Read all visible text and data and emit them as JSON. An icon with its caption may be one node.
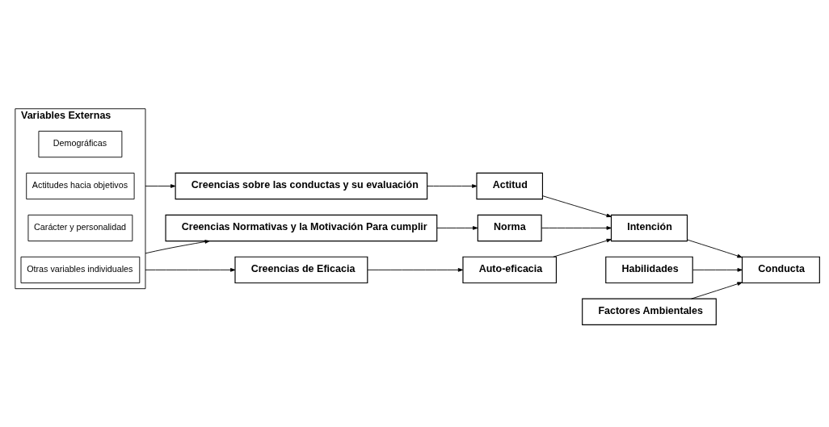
{
  "diagram": {
    "nodes": [
      {
        "text": [
          "Variables Externas"
        ]
      },
      {
        "text": [
          "Demográficas"
        ],
        "in": 0
      },
      {
        "text": [
          "Actitudes hacia objetivos"
        ],
        "in": 0
      },
      {
        "text": [
          "Carácter y personalidad"
        ],
        "in": 0
      },
      {
        "text": [
          "Otras variables individuales"
        ],
        "in": 0
      },
      {
        "text": [
          "Creencias sobre las conductas y su evaluación"
        ]
      },
      {
        "text": [
          "Actitud"
        ]
      },
      {
        "text": [
          "Habilidades"
        ]
      },
      {
        "text": [
          "Creencias Normativas y la Motivación Para cumplir"
        ]
      },
      {
        "text": [
          "Norma"
        ]
      },
      {
        "text": [
          "Intención"
        ]
      },
      {
        "text": [
          "Conducta"
        ]
      },
      {
        "text": [
          "Creencias de Eficacia"
        ]
      },
      {
        "text": [
          "Auto-eficacia"
        ]
      },
      {
        "text": [
          "Factores Ambientales"
        ]
      }
    ],
    "edges": [
      {
        "from": 0,
        "to": 5,
        "arrow": "to"
      },
      {
        "from": 0,
        "to": 8,
        "arrow": "to"
      },
      {
        "from": 0,
        "to": 12,
        "arrow": "to"
      },
      {
        "from": 5,
        "to": 6,
        "arrow": "to"
      },
      {
        "from": 8,
        "to": 9,
        "arrow": "to"
      },
      {
        "from": 12,
        "to": 13,
        "arrow": "to"
      },
      {
        "from": 6,
        "to": 10,
        "arrow": "to"
      },
      {
        "from": 9,
        "to": 10,
        "arrow": "to"
      },
      {
        "from": 13,
        "to": 10,
        "arrow": "to"
      },
      {
        "from": 7,
        "to": 11,
        "arrow": "to"
      },
      {
        "from": 10,
        "to": 11,
        "arrow": "to"
      },
      {
        "from": 14,
        "to": 11,
        "arrow": "to"
      }
    ]
  }
}
